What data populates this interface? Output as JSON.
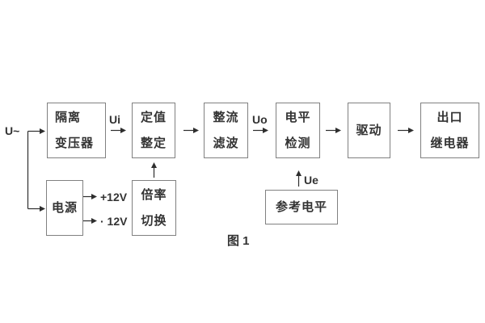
{
  "figure": {
    "caption": "图 1"
  },
  "labels": {
    "input": "U~",
    "ui": "Ui",
    "uo": "Uo",
    "ue": "Ue",
    "plus12": "+12V",
    "minus12": "· 12V"
  },
  "blocks": {
    "isolation_transformer": {
      "line1": "隔离",
      "line2": "变压器"
    },
    "setpoint_adjust": {
      "line1": "定值",
      "line2": "整定"
    },
    "rectifier_filter": {
      "line1": "整流",
      "line2": "滤波"
    },
    "level_detector": {
      "line1": "电平",
      "line2": "检测"
    },
    "driver": {
      "label": "驱动"
    },
    "output_relay": {
      "line1": "出口",
      "line2": "继电器"
    },
    "power_supply": {
      "label": "电源"
    },
    "ratio_switch": {
      "line1": "倍率",
      "line2": "切换"
    },
    "reference_level": {
      "label": "参考电平"
    }
  },
  "colors": {
    "box_border": "#808080",
    "text": "#333333",
    "line": "#2e2e2e",
    "background": "#ffffff"
  }
}
